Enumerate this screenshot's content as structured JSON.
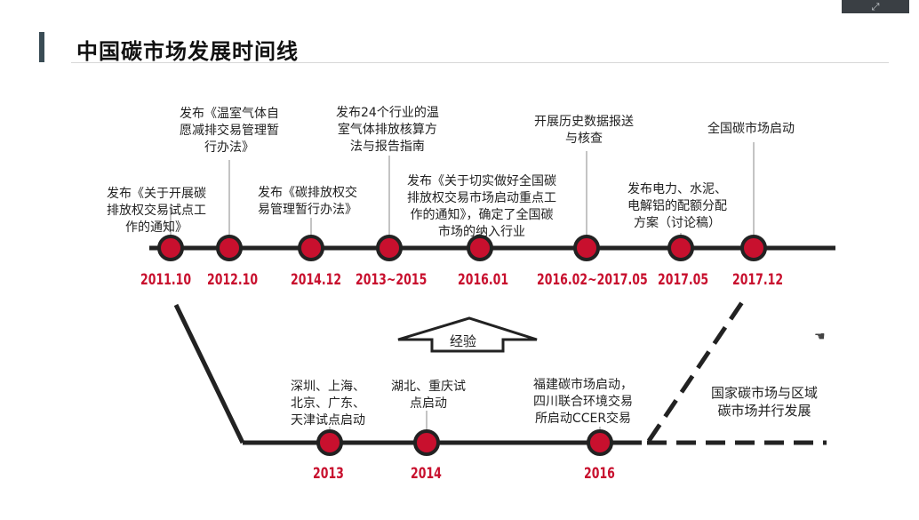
{
  "title": "中国碳市场发展时间线",
  "top_timeline": {
    "events": [
      {
        "year": "2011.10",
        "text": [
          "发布《关于开展碳",
          "排放权交易试点工",
          "作的通知》"
        ]
      },
      {
        "year": "2012.10",
        "text": [
          "发布《温室气体自",
          "愿减排交易管理暂",
          "行办法》"
        ]
      },
      {
        "year": "2014.12",
        "text": [
          "发布《碳排放权交",
          "易管理暂行办法》"
        ]
      },
      {
        "year": "2013~2015",
        "text": [
          "发布24个行业的温",
          "室气体排放核算方",
          "法与报告指南"
        ]
      },
      {
        "year": "2016.01",
        "text": [
          "发布《关于切实做好全国碳",
          "排放权交易市场启动重点工",
          "作的通知》，确定了全国碳",
          "市场的纳入行业"
        ]
      },
      {
        "year": "2016.02~2017.05",
        "text": [
          "开展历史数据报送",
          "与核查"
        ]
      },
      {
        "year": "2017.05",
        "text": [
          "发布电力、水泥、",
          "电解铝的配额分配",
          "方案（讨论稿）"
        ]
      },
      {
        "year": "2017.12",
        "text": [
          "全国碳市场启动"
        ]
      }
    ]
  },
  "bottom_timeline": {
    "events": [
      {
        "year": "2013",
        "text": [
          "深圳、上海、",
          "北京、广东、",
          "天津试点启动"
        ]
      },
      {
        "year": "2014",
        "text": [
          "湖北、重庆试",
          "点启动"
        ]
      },
      {
        "year": "2016",
        "text": [
          "福建碳市场启动，",
          "四川联合环境交易",
          "所启动CCER交易"
        ]
      }
    ],
    "future_text": [
      "国家碳市场与区域",
      "碳市场并行发展"
    ]
  },
  "arrow_label": "经验",
  "colors": {
    "accent": "#c8102e",
    "line": "#222222",
    "node": "#c8102e"
  }
}
